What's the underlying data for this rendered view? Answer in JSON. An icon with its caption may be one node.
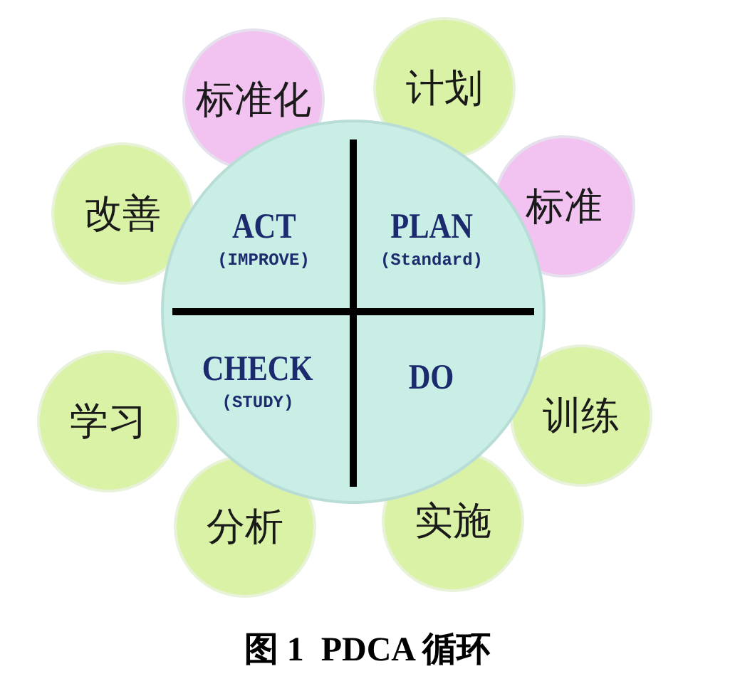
{
  "diagram": {
    "caption": "图 1  PDCA 循环",
    "nodes": [
      {
        "text": [],
        "shape": "circle"
      },
      {
        "text": [
          "ACT",
          "(IMPROVE)"
        ],
        "in": 0
      },
      {
        "text": [
          "PLAN",
          "(Standard)"
        ],
        "in": 0
      },
      {
        "text": [
          "CHECK",
          "(STUDY)"
        ],
        "in": 0
      },
      {
        "text": [
          "DO"
        ],
        "in": 0
      },
      {
        "text": [
          "标准化"
        ]
      },
      {
        "text": [
          "计划"
        ]
      },
      {
        "text": [
          "改善"
        ]
      },
      {
        "text": [
          "标准"
        ]
      },
      {
        "text": [
          "学习"
        ]
      },
      {
        "text": [
          "训练"
        ]
      },
      {
        "text": [
          "分析"
        ]
      },
      {
        "text": [
          "实施"
        ]
      }
    ]
  }
}
